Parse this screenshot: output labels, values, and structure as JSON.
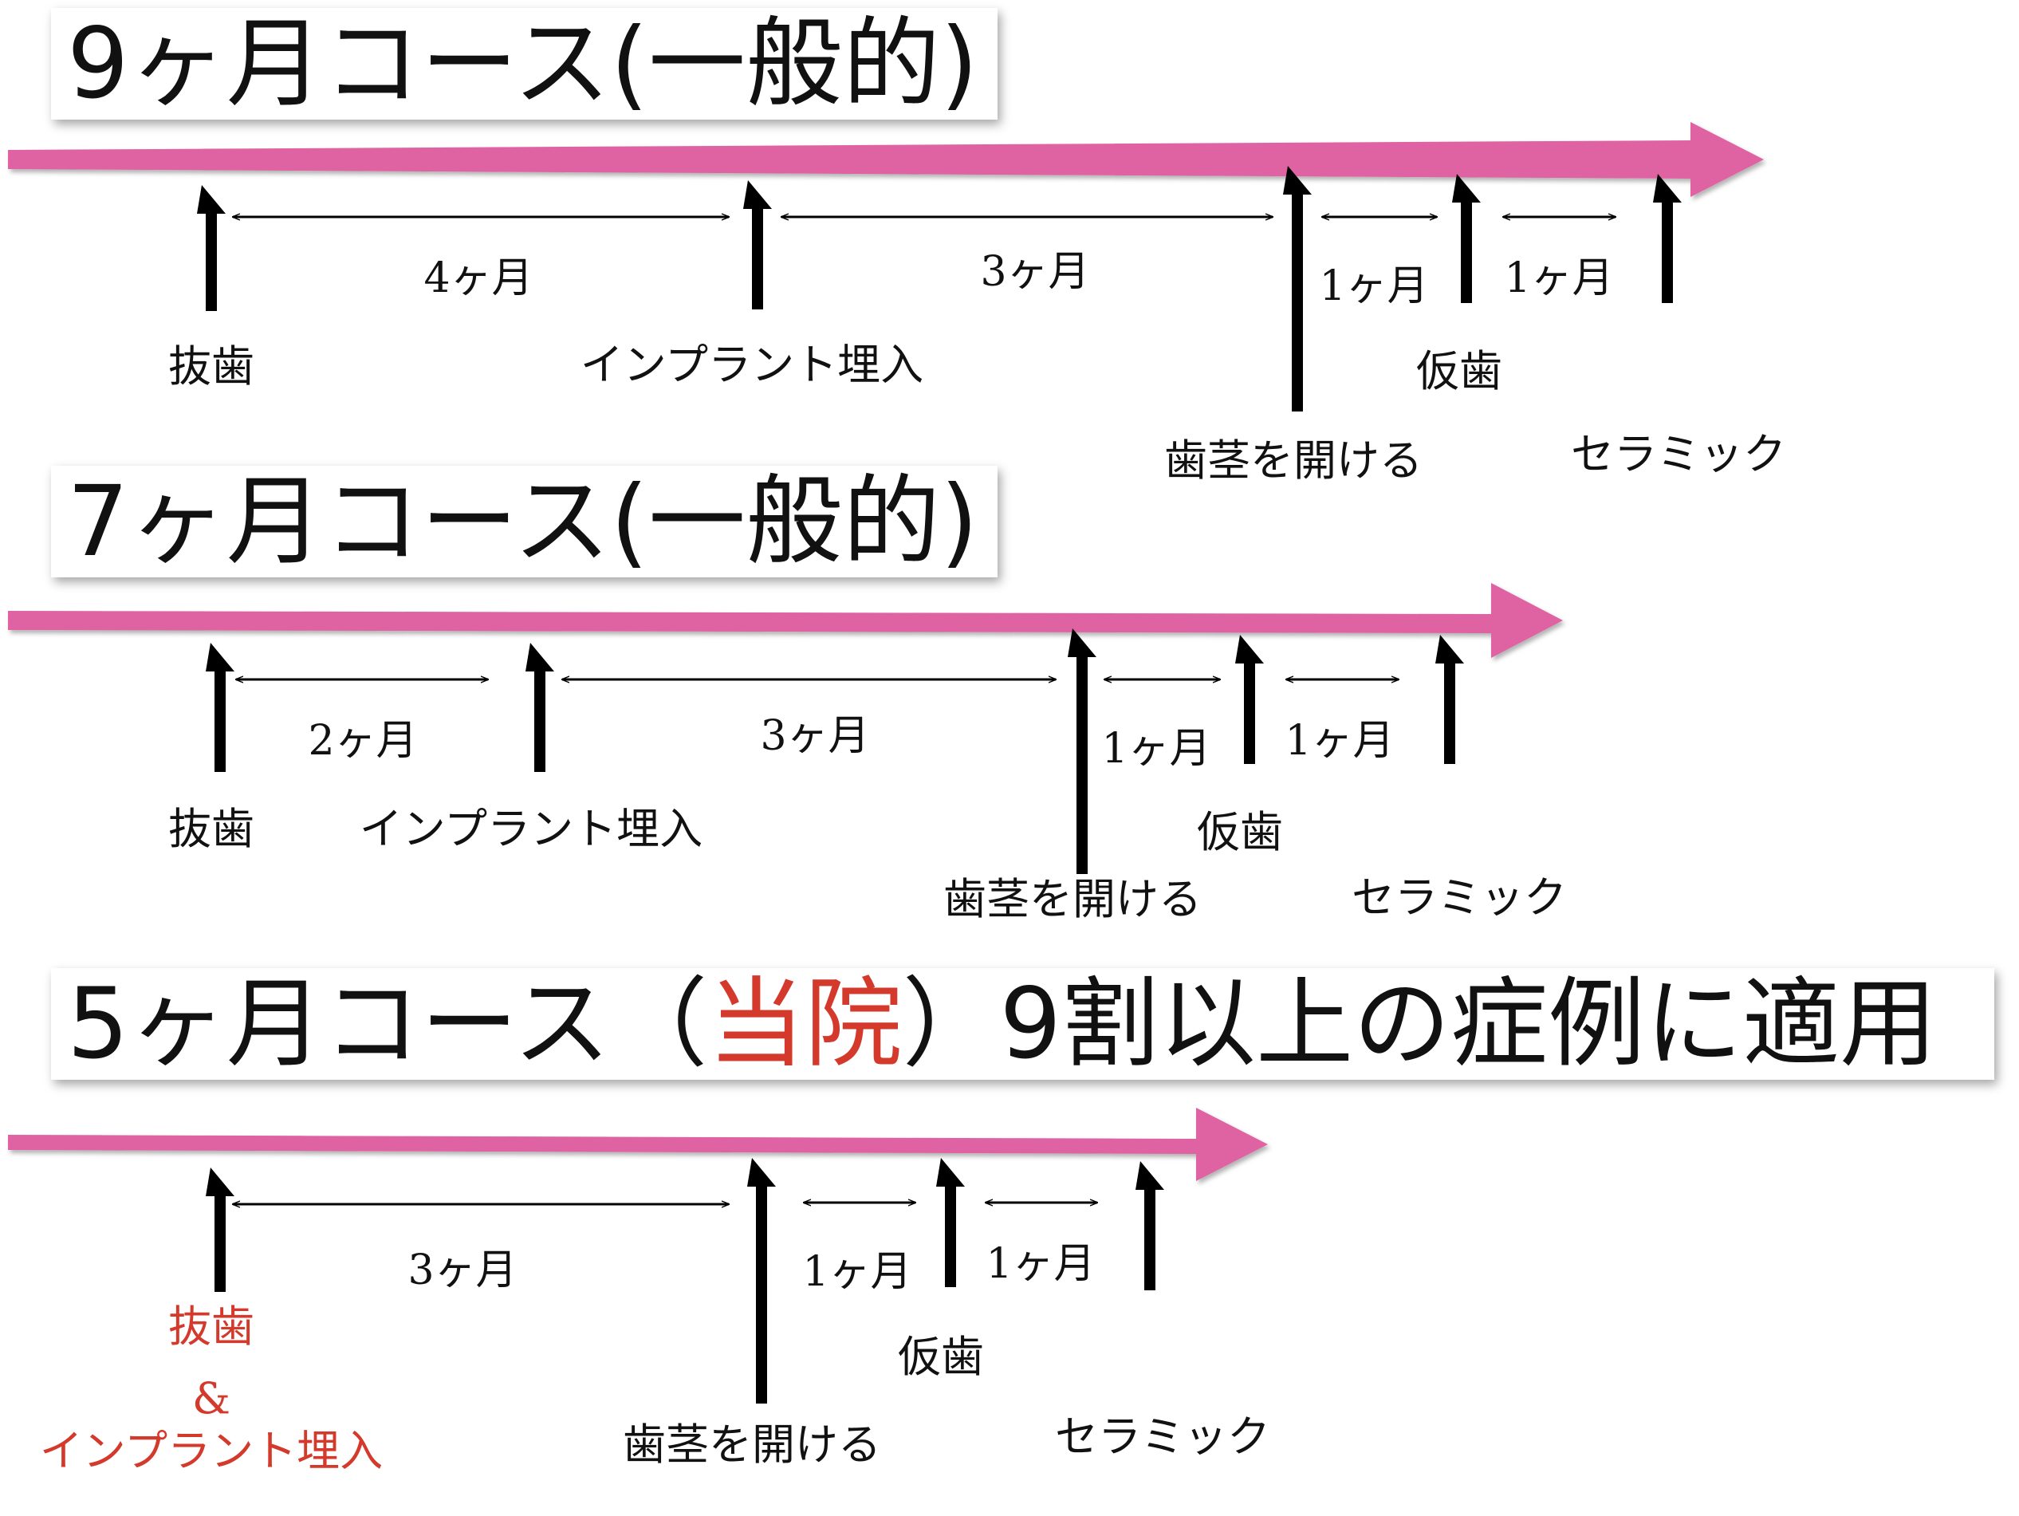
{
  "courses": [
    {
      "title": "9ヶ月コース(一般的)",
      "steps": [
        "抜歯",
        "インプラント埋入",
        "歯茎を開ける",
        "仮歯",
        "セラミック"
      ],
      "durations": [
        "4ヶ月",
        "3ヶ月",
        "1ヶ月",
        "1ヶ月"
      ]
    },
    {
      "title": "7ヶ月コース(一般的)",
      "steps": [
        "抜歯",
        "インプラント埋入",
        "歯茎を開ける",
        "仮歯",
        "セラミック"
      ],
      "durations": [
        "2ヶ月",
        "3ヶ月",
        "1ヶ月",
        "1ヶ月"
      ]
    },
    {
      "title_prefix": "5ヶ月コース（",
      "title_highlight": "当院",
      "title_suffix": "）9割以上の症例に適用",
      "steps": [
        "抜歯",
        "&",
        "インプラント埋入",
        "歯茎を開ける",
        "仮歯",
        "セラミック"
      ],
      "durations": [
        "3ヶ月",
        "1ヶ月",
        "1ヶ月"
      ]
    }
  ],
  "colors": {
    "timeline": "#df63a3",
    "highlight": "#d43a2c",
    "arrow": "#000000"
  }
}
